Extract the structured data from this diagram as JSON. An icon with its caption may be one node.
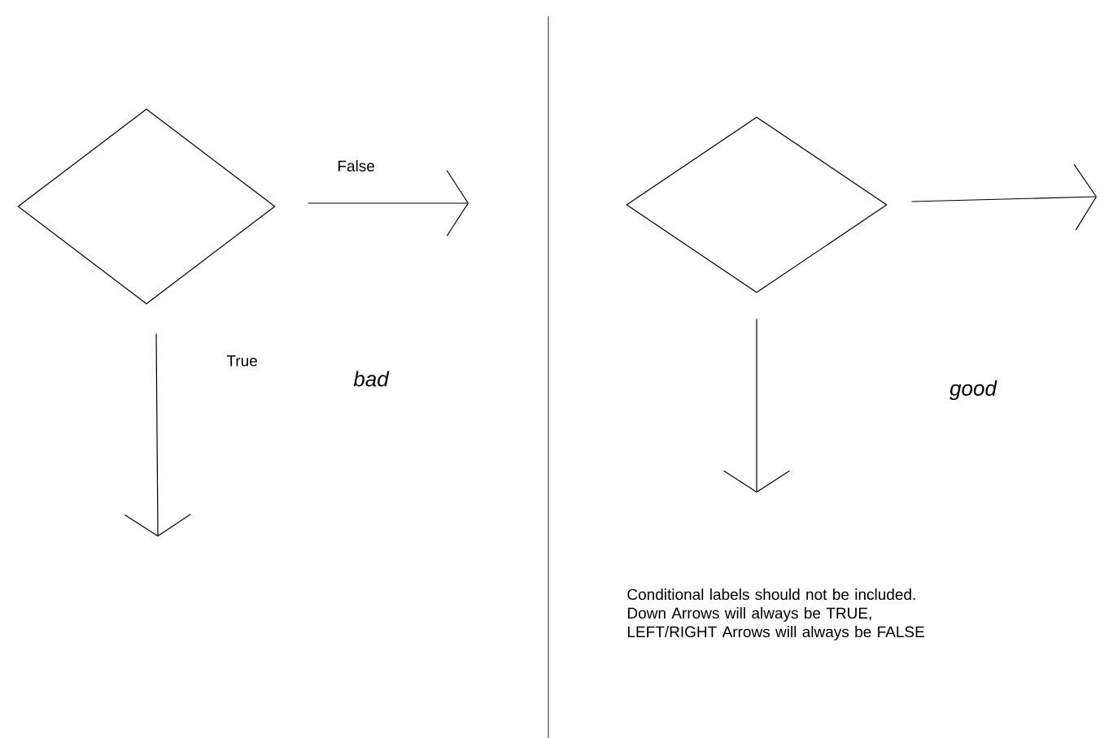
{
  "diagram": {
    "nodes": [
      {
        "text": [],
        "shape": "diamond"
      },
      {
        "text": [],
        "shape": "diamond"
      }
    ],
    "edges": [
      {
        "from": 0,
        "to": null,
        "arrow": "to",
        "label": "False"
      },
      {
        "from": 0,
        "to": null,
        "arrow": "to",
        "label": "True"
      },
      {
        "from": 1,
        "to": null,
        "arrow": "to"
      },
      {
        "from": 1,
        "to": null,
        "arrow": "to"
      }
    ],
    "labels": [
      "bad",
      "good",
      "Conditional labels should not be included. Down Arrows will always be TRUE, LEFT/RIGHT Arrows will always be FALSE"
    ]
  }
}
